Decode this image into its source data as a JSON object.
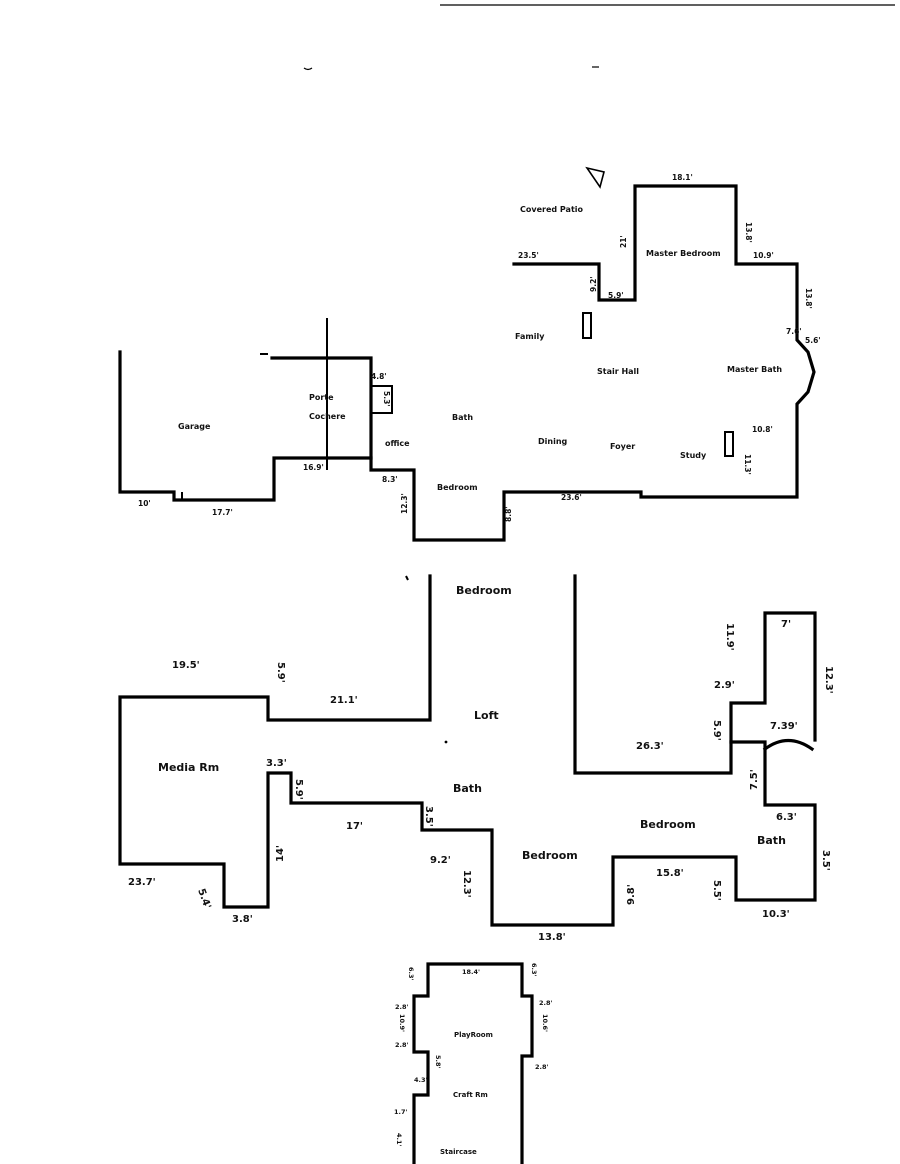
{
  "main_floor": {
    "rooms": {
      "covered_patio": "Covered Patio",
      "master_bedroom": "Master Bedroom",
      "family": "Family",
      "stair_hall": "Stair Hall",
      "master_bath": "Master Bath",
      "porte_cochere_1": "Porte",
      "porte_cochere_2": "Cochere",
      "garage": "Garage",
      "bath": "Bath",
      "office": "office",
      "dining": "Dining",
      "foyer": "Foyer",
      "study": "Study",
      "bedroom": "Bedroom"
    },
    "dims": {
      "d_18_1": "18.1'",
      "d_13_8": "13.8'",
      "d_23_5": "23.5'",
      "d_21": "21'",
      "d_9_2": "9.2'",
      "d_5_9": "5.9'",
      "d_10_9": "10.9'",
      "d_13_v": "13.8'",
      "d_7_6": "7.6'",
      "d_5_6": "5.6'",
      "d_4_8": "4.8'",
      "d_5_3": "5.3'",
      "d_10_8": "10.8'",
      "d_11_3": "11.3'",
      "d_16_9": "16.9'",
      "d_8_3": "8.3'",
      "d_12_3": "12.3'",
      "d_8_8": "8.8'",
      "d_23_6": "23.6'",
      "d_10": "10'",
      "d_17_7": "17.7'"
    }
  },
  "lower_floor": {
    "rooms": {
      "bedroom_top": "Bedroom",
      "loft": "Loft",
      "media_rm": "Media Rm",
      "bath_mid": "Bath",
      "bedroom_mid": "Bedroom",
      "bedroom_right": "Bedroom",
      "bath_right": "Bath"
    },
    "dims": {
      "d_19_5": "19.5'",
      "d_21_1": "21.1'",
      "d_3_3": "3.3'",
      "d_5_9": "5.9'",
      "d_17": "17'",
      "d_14": "14'",
      "d_9_2": "9.2'",
      "d_12_3": "12.3'",
      "d_13_8": "13.8'",
      "d_9_8": "9.8'",
      "d_15_8": "15.8'",
      "d_5_5": "5.5'",
      "d_10_3": "10.3'",
      "d_23_7": "23.7'",
      "d_5_4": "5.4'",
      "d_3_8": "3.8'",
      "d_26_3": "26.3'",
      "d_11_9": "11.9'",
      "d_7": "7'",
      "d_12_3r": "12.3'",
      "d_2_9": "2.9'",
      "d_7_39": "7.39'",
      "d_7_5": "7.5'",
      "d_6_3": "6.3'",
      "d_3_5": "3.5'"
    }
  },
  "upper_floor": {
    "rooms": {
      "playroom": "PlayRoom",
      "craft_rm": "Craft Rm",
      "staircase": "Staircase"
    },
    "dims": {
      "d_18_4": "18.4'",
      "d_6_3": "6.3'",
      "d_6_3r": "6.3'",
      "d_2_8a": "2.8'",
      "d_10_9": "10.9'",
      "d_2_8b": "2.8'",
      "d_10_6": "10.6'",
      "d_2_8c": "2.8'",
      "d_2_8d": "2.8'",
      "d_5_8": "5.8'",
      "d_4_3": "4.3'",
      "d_1_7": "1.7'",
      "d_4_1": "4.1'"
    }
  }
}
